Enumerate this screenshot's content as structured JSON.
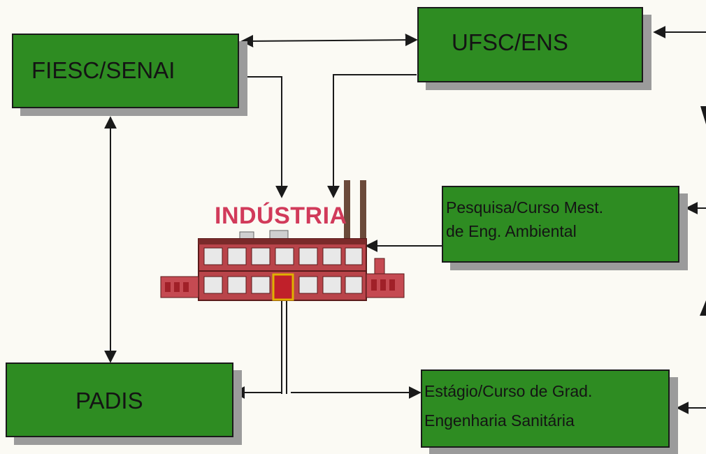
{
  "boxes": {
    "fiesc": "FIESC/SENAI",
    "ufsc": "UFSC/ENS",
    "padis": "PADIS",
    "pesquisa_line1": "Pesquisa/Curso Mest.",
    "pesquisa_line2": "de Eng. Ambiental",
    "estagio_line1": "Estágio/Curso de Grad.",
    "estagio_line2": "Engenharia  Sanitária"
  },
  "industry": {
    "label": "INDÚSTRIA",
    "icon": "factory-icon"
  },
  "colors": {
    "box_fill": "#2e8c22",
    "box_shadow": "#9b9b9b",
    "industry_label": "#d13a5a",
    "factory_body": "#b9444a"
  }
}
